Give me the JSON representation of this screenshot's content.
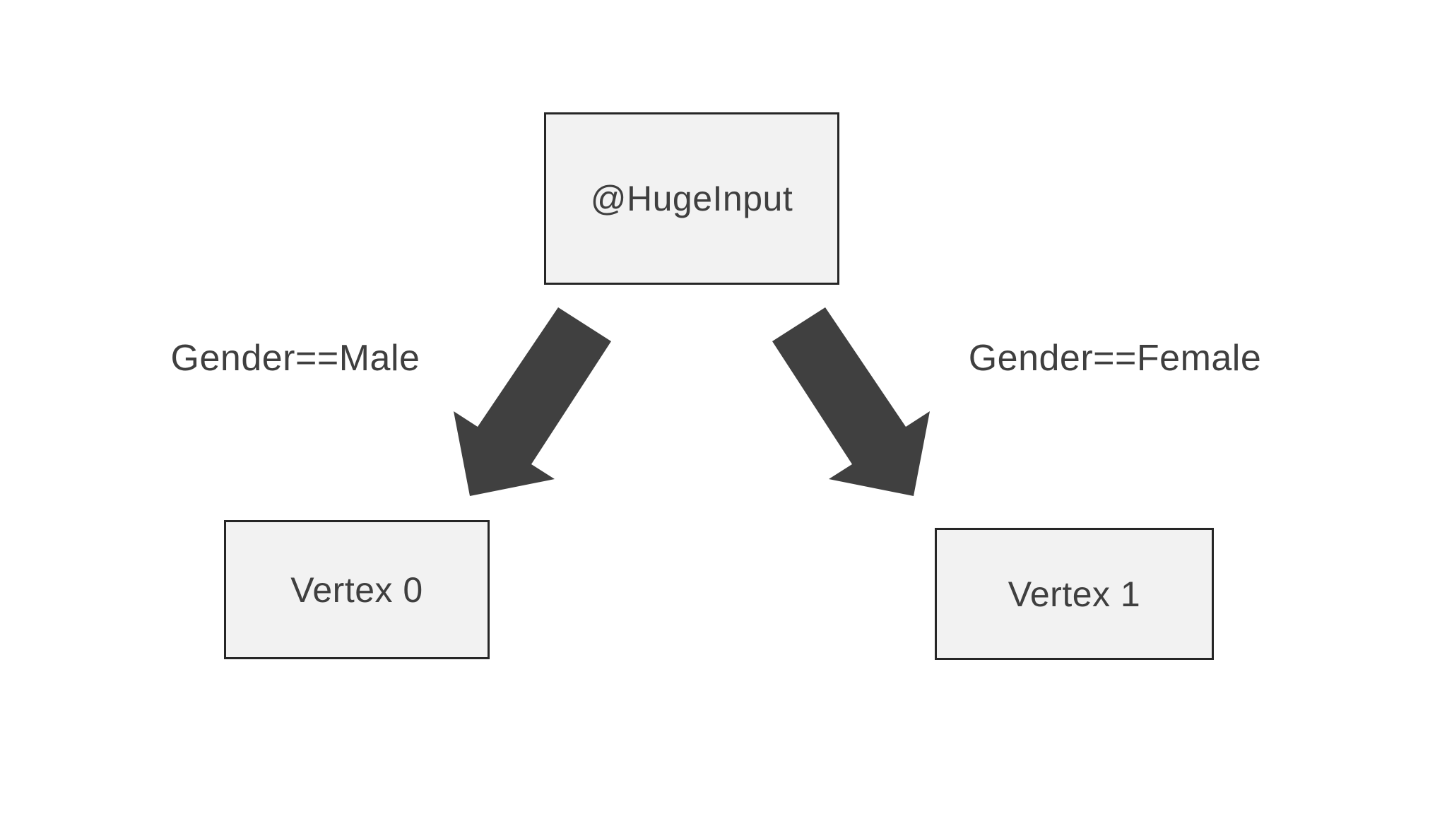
{
  "colors": {
    "background": "#ffffff",
    "node_fill": "#f2f2f2",
    "node_border": "#262626",
    "arrow": "#404040",
    "text": "#3f3f3f"
  },
  "diagram": {
    "type": "flow-diagram",
    "nodes": [
      {
        "id": "huge-input",
        "label": "@HugeInput",
        "role": "source"
      },
      {
        "id": "vertex-0",
        "label": "Vertex 0",
        "role": "target"
      },
      {
        "id": "vertex-1",
        "label": "Vertex 1",
        "role": "target"
      }
    ],
    "edges": [
      {
        "from": "huge-input",
        "to": "vertex-0",
        "label": "Gender==Male",
        "direction": "down-left"
      },
      {
        "from": "huge-input",
        "to": "vertex-1",
        "label": "Gender==Female",
        "direction": "down-right"
      }
    ]
  }
}
